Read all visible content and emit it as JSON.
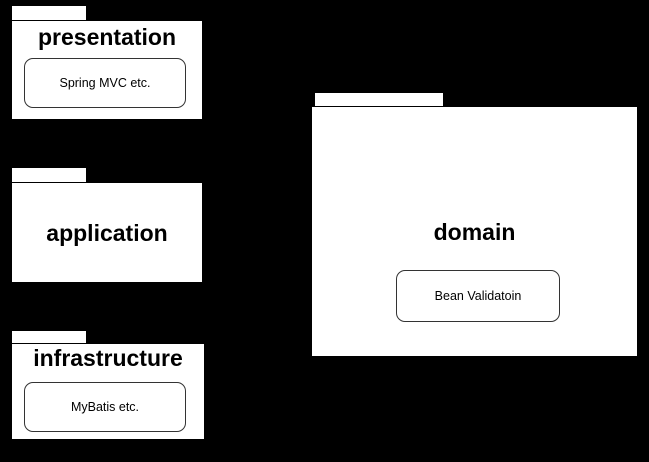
{
  "diagram": {
    "type": "uml-package-diagram",
    "background_color": "#000000",
    "package_fill": "#ffffff",
    "stroke_color": "#000000",
    "title": "",
    "packages": [
      {
        "id": "presentation",
        "name": "presentation",
        "components": [
          {
            "id": "spring-mvc",
            "label": "Spring MVC etc."
          }
        ]
      },
      {
        "id": "application",
        "name": "application",
        "components": []
      },
      {
        "id": "infrastructure",
        "name": "infrastructure",
        "components": [
          {
            "id": "mybatis",
            "label": "MyBatis etc."
          }
        ]
      },
      {
        "id": "domain",
        "name": "domain",
        "components": [
          {
            "id": "bean-validation",
            "label": "Bean Validatoin"
          }
        ]
      }
    ],
    "dependencies": [
      {
        "id": "presentation-to-domain",
        "from": "presentation",
        "to": "domain",
        "label": ""
      },
      {
        "id": "application-to-domain",
        "from": "application",
        "to": "domain",
        "label": ""
      },
      {
        "id": "infrastructure-to-domain",
        "from": "infrastructure",
        "to": "domain",
        "label": ""
      }
    ]
  }
}
